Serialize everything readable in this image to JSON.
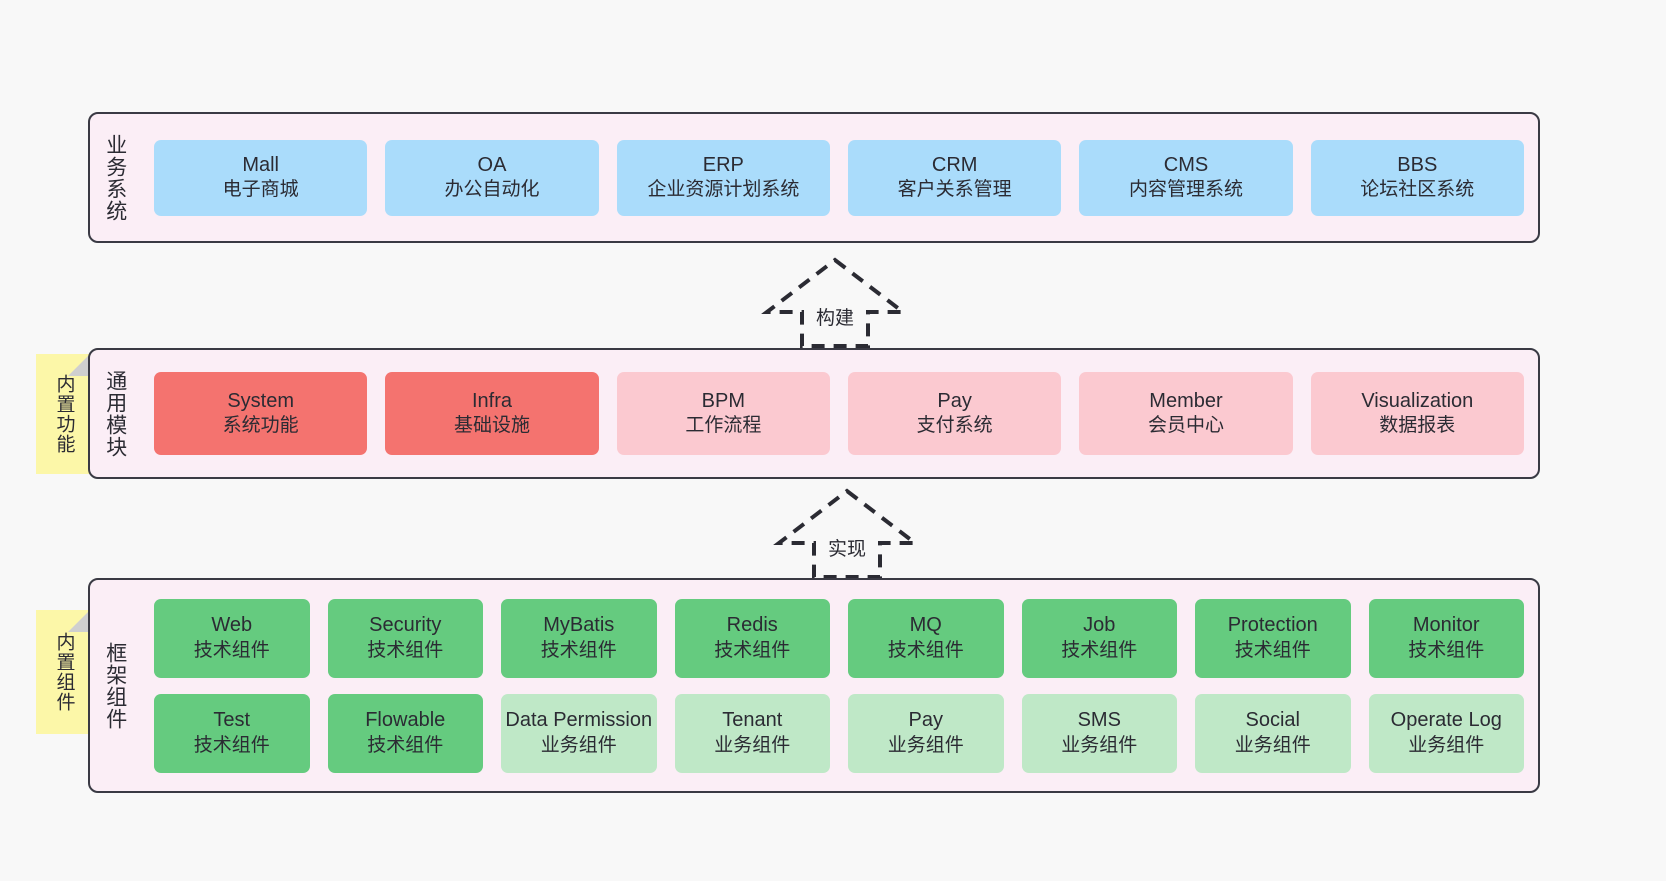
{
  "diagram": {
    "background": "#f8f8f8",
    "panel_bg": "#fbeef6",
    "border": "#3a3a44",
    "note_bg": "#fcf7a8"
  },
  "layers": {
    "business": {
      "title": "业务系统",
      "items": [
        {
          "name": "Mall",
          "desc": "电子商城",
          "color": "#aadcfb"
        },
        {
          "name": "OA",
          "desc": "办公自动化",
          "color": "#aadcfb"
        },
        {
          "name": "ERP",
          "desc": "企业资源计划系统",
          "color": "#aadcfb"
        },
        {
          "name": "CRM",
          "desc": "客户关系管理",
          "color": "#aadcfb"
        },
        {
          "name": "CMS",
          "desc": "内容管理系统",
          "color": "#aadcfb"
        },
        {
          "name": "BBS",
          "desc": "论坛社区系统",
          "color": "#aadcfb"
        }
      ]
    },
    "modules": {
      "title": "通用模块",
      "note": "内置功能",
      "items": [
        {
          "name": "System",
          "desc": "系统功能",
          "color": "#f4736f"
        },
        {
          "name": "Infra",
          "desc": "基础设施",
          "color": "#f4736f"
        },
        {
          "name": "BPM",
          "desc": "工作流程",
          "color": "#fbc9d0"
        },
        {
          "name": "Pay",
          "desc": "支付系统",
          "color": "#fbc9d0"
        },
        {
          "name": "Member",
          "desc": "会员中心",
          "color": "#fbc9d0"
        },
        {
          "name": "Visualization",
          "desc": "数据报表",
          "color": "#fbc9d0"
        }
      ]
    },
    "framework": {
      "title": "框架组件",
      "note": "内置组件",
      "row1": [
        {
          "name": "Web",
          "desc": "技术组件",
          "color": "#65cb7f"
        },
        {
          "name": "Security",
          "desc": "技术组件",
          "color": "#65cb7f"
        },
        {
          "name": "MyBatis",
          "desc": "技术组件",
          "color": "#65cb7f"
        },
        {
          "name": "Redis",
          "desc": "技术组件",
          "color": "#65cb7f"
        },
        {
          "name": "MQ",
          "desc": "技术组件",
          "color": "#65cb7f"
        },
        {
          "name": "Job",
          "desc": "技术组件",
          "color": "#65cb7f"
        },
        {
          "name": "Protection",
          "desc": "技术组件",
          "color": "#65cb7f"
        },
        {
          "name": "Monitor",
          "desc": "技术组件",
          "color": "#65cb7f"
        }
      ],
      "row2": [
        {
          "name": "Test",
          "desc": "技术组件",
          "color": "#65cb7f"
        },
        {
          "name": "Flowable",
          "desc": "技术组件",
          "color": "#65cb7f"
        },
        {
          "name": "Data Permission",
          "desc": "业务组件",
          "color": "#bfe8c7"
        },
        {
          "name": "Tenant",
          "desc": "业务组件",
          "color": "#bfe8c7"
        },
        {
          "name": "Pay",
          "desc": "业务组件",
          "color": "#bfe8c7"
        },
        {
          "name": "SMS",
          "desc": "业务组件",
          "color": "#bfe8c7"
        },
        {
          "name": "Social",
          "desc": "业务组件",
          "color": "#bfe8c7"
        },
        {
          "name": "Operate Log",
          "desc": "业务组件",
          "color": "#bfe8c7"
        }
      ]
    }
  },
  "connectors": [
    {
      "label": "构建",
      "from": "modules",
      "to": "business"
    },
    {
      "label": "实现",
      "from": "framework",
      "to": "modules"
    }
  ]
}
